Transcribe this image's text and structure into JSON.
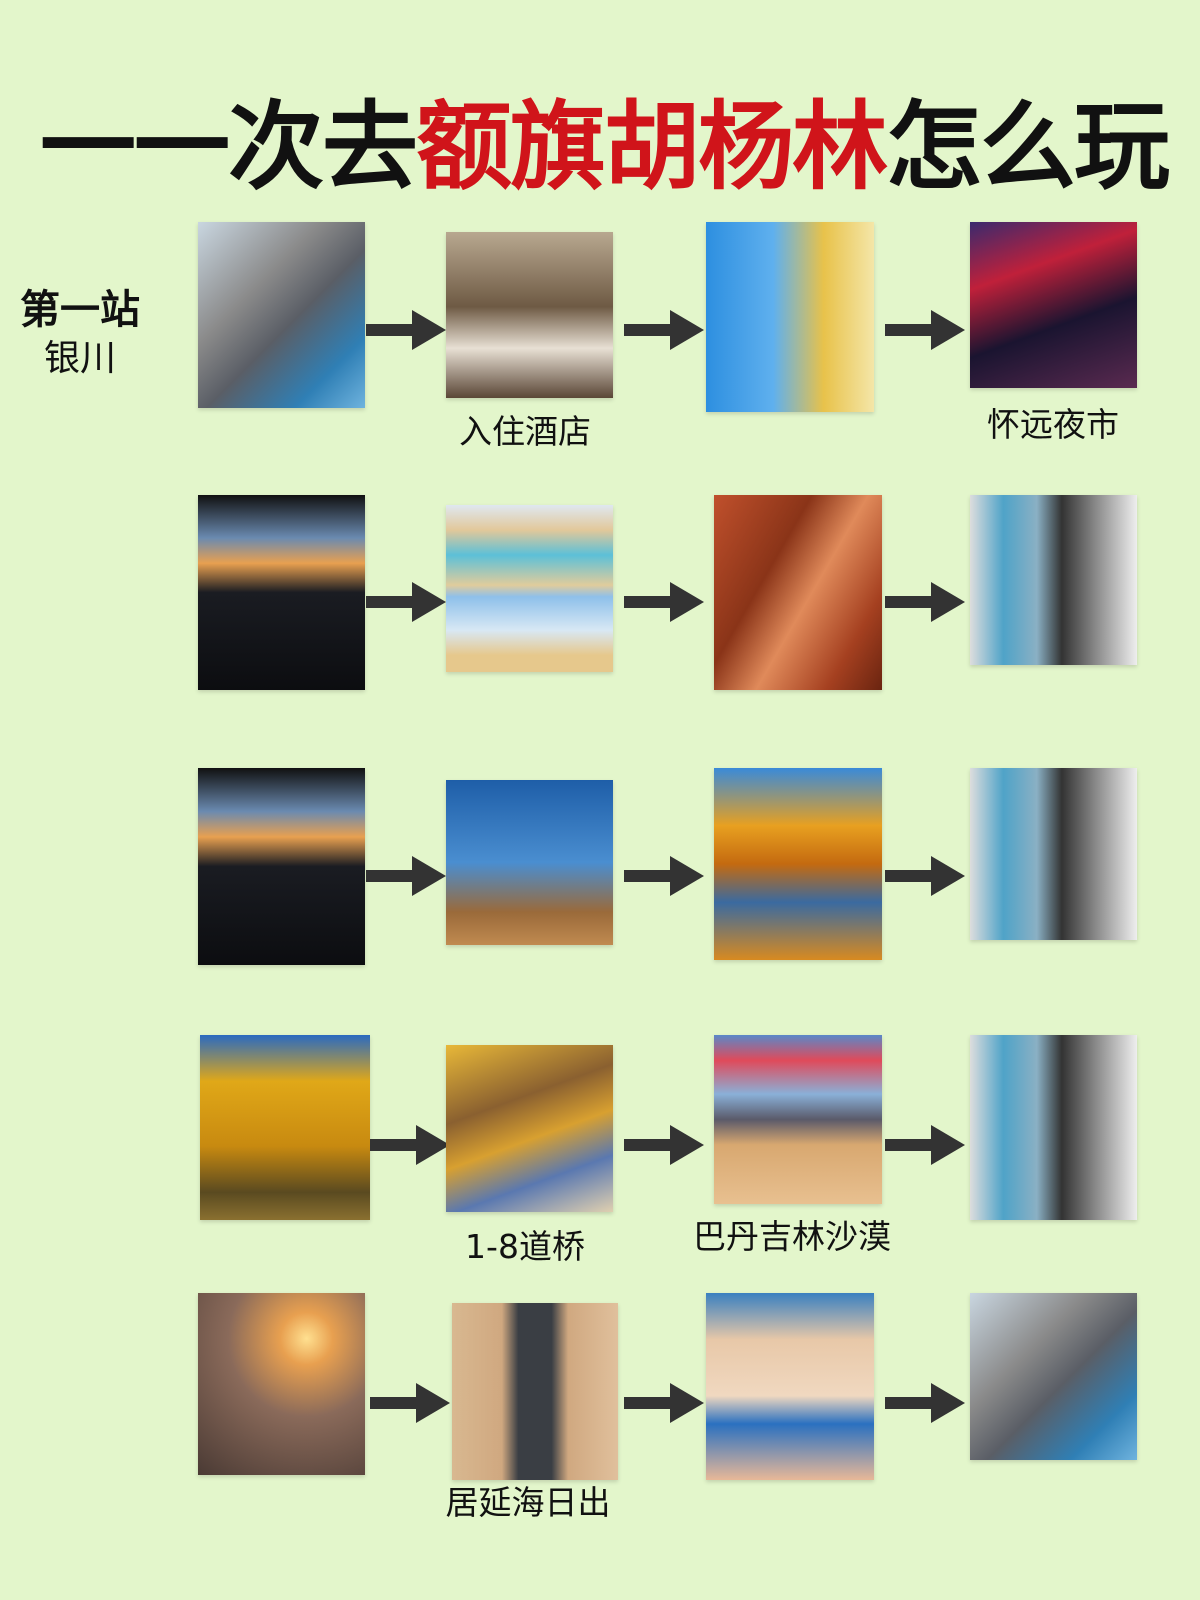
{
  "title": {
    "prefix": "一一次去",
    "highlight": "额旗胡杨林",
    "suffix": "怎么玩",
    "highlight_color": "#d0141a"
  },
  "station": {
    "label": "第一站",
    "city": "银川"
  },
  "captions": {
    "r1_hotel": "入住酒店",
    "r1_market": "怀远夜市",
    "r4_bridge": "1-8道桥",
    "r4_desert": "巴丹吉林沙漠",
    "r5_sunrise": "居延海日出"
  }
}
